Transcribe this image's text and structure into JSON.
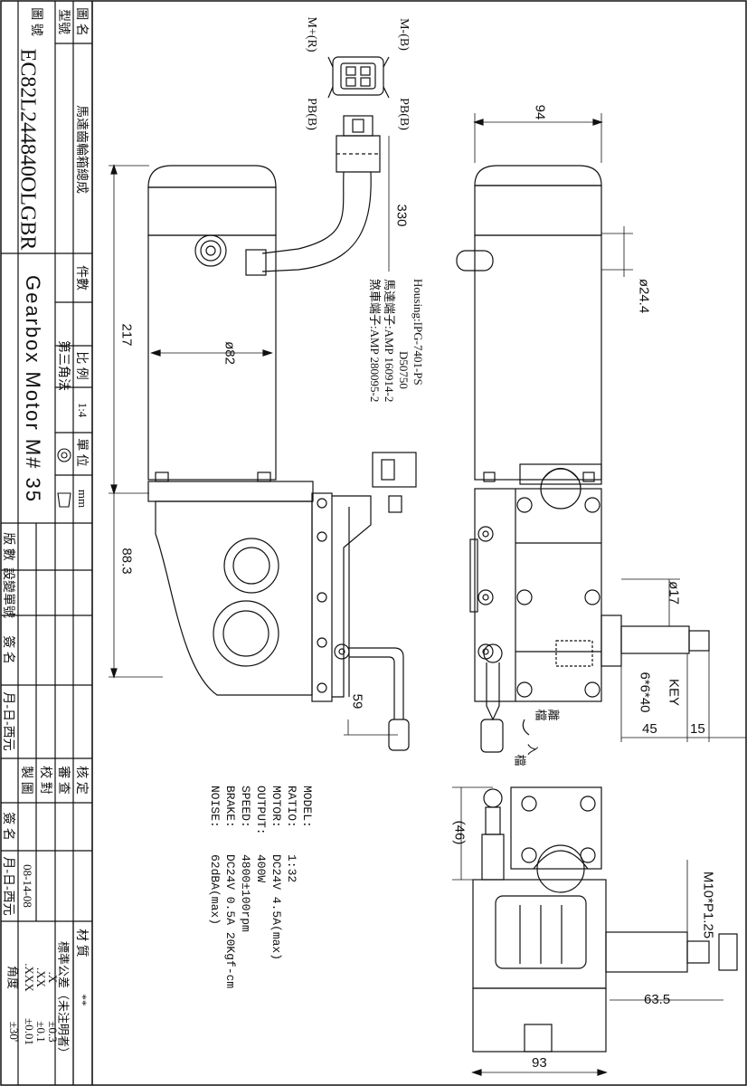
{
  "title_block": {
    "name_label": "圖 名",
    "name_value": "馬達齒輪箱總成",
    "model_label": "型號",
    "model_value": "EC82L244840OLGBR",
    "drawing_label": "圖 號",
    "drawing_value": "Gearbox Motor M# 35",
    "sheets_label": "件數",
    "scale_label": "比 例",
    "scale_value": "1:4",
    "projection_label": "第三角法",
    "unit_label": "單 位",
    "unit_value": "mm",
    "revision_headers": [
      "版 數",
      "設變單號",
      "簽 名",
      "月-日-西元"
    ],
    "approval_labels": [
      "核 定",
      "審 查",
      "校 對",
      "製 圖"
    ],
    "approval_sign_header": "簽 名",
    "approval_date_header": "月-日-西元",
    "approval_date": "08-14-08",
    "material_label": "材 質",
    "material_value": "**",
    "tolerance_title": "標準公差（未注明者）",
    "tolerances": [
      {
        "k": ".X",
        "v": "±0.3"
      },
      {
        "k": ".XX",
        "v": "±0.1"
      },
      {
        "k": ".XXX",
        "v": "±0.01"
      },
      {
        "k": "角度",
        "v": "±30'"
      }
    ]
  },
  "connector": {
    "pins": [
      "M-(B)",
      "M+(R)",
      "PB(B)",
      "PB(B)"
    ]
  },
  "notes": [
    "Housing:IPG-7401-PS",
    "D50750",
    "馬達端子:AMP 160914-2",
    "煞車端子:AMP 280095-2"
  ],
  "dimensions": {
    "cable_length": "330",
    "motor_length": "217",
    "motor_dia": "ø82",
    "gear_height": "88.3",
    "handle": "59",
    "width_top": "94",
    "dia_small": "ø24.4",
    "shaft_dia": "ø17",
    "key": "KEY",
    "key_size": "6*6*40",
    "shaft_len": "45",
    "shaft_tip": "15",
    "thread": "M10*P1.25",
    "dim_46": "(46)",
    "dim_63": "63.5",
    "dim_93": "93"
  },
  "lever_labels": [
    "離",
    "檔",
    "入",
    "檔"
  ],
  "spec": [
    {
      "k": "MODEL:",
      "v": ""
    },
    {
      "k": "RATIO:",
      "v": "1:32"
    },
    {
      "k": "MOTOR:",
      "v": "DC24V  4.5A(max)"
    },
    {
      "k": "OUTPUT:",
      "v": "400W"
    },
    {
      "k": "SPEED:",
      "v": "4800±100rpm"
    },
    {
      "k": "BRAKE:",
      "v": "DC24V 0.5A 20Kgf-cm"
    },
    {
      "k": "NOISE:",
      "v": "62dBA(max)"
    }
  ]
}
